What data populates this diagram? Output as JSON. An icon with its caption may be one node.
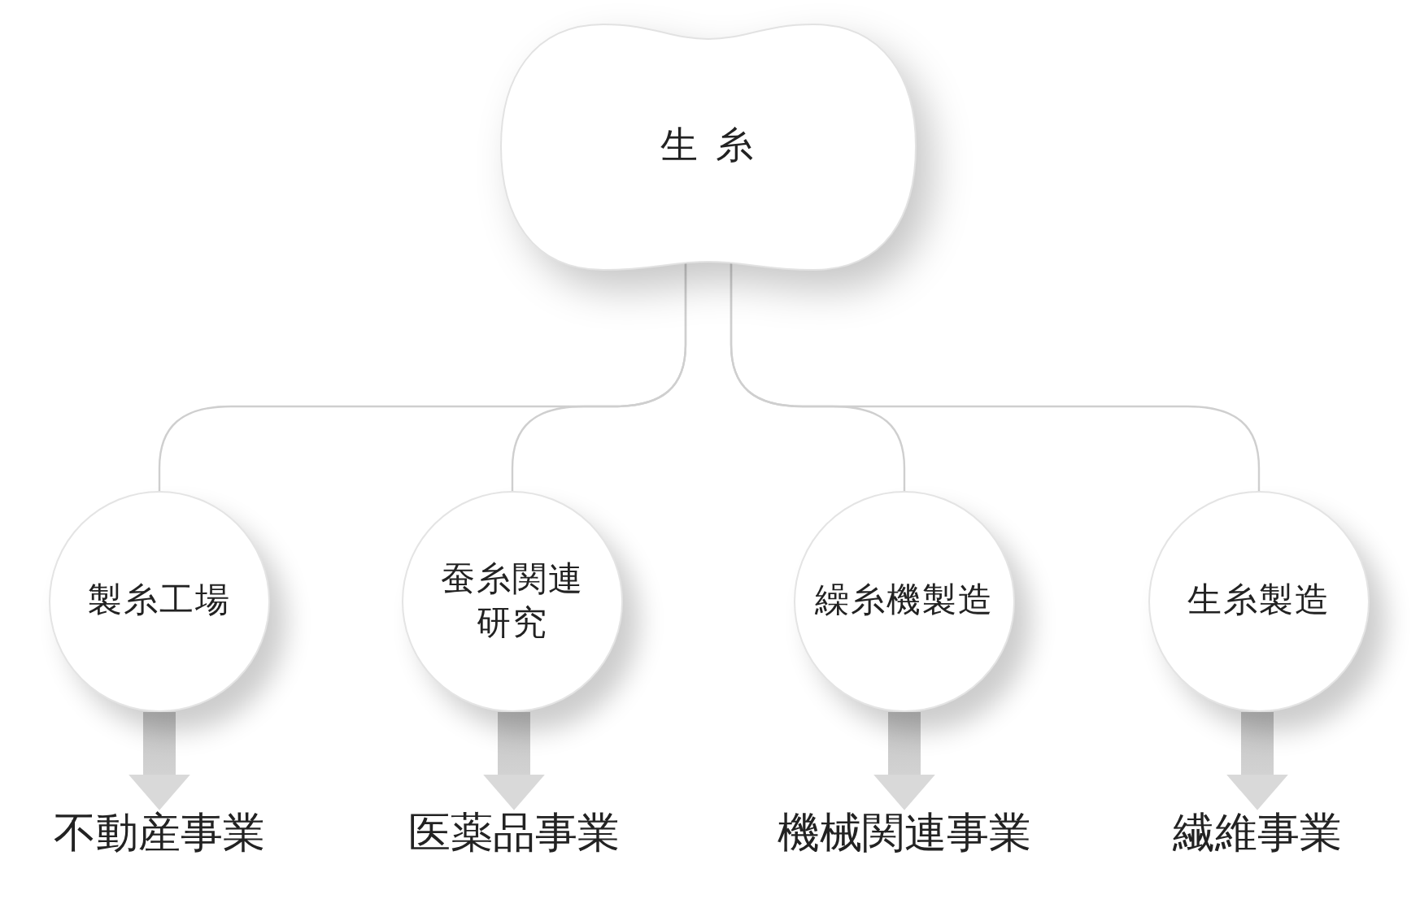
{
  "diagram": {
    "nodes": [
      {
        "text": [
          "生 糸"
        ]
      },
      {
        "text": [
          "製糸工場"
        ]
      },
      {
        "text": [
          "蚕糸関連研究"
        ]
      },
      {
        "text": [
          "繰糸機製造"
        ]
      },
      {
        "text": [
          "生糸製造"
        ]
      },
      {
        "text": [
          "不動産事業"
        ]
      },
      {
        "text": [
          "医薬品事業"
        ]
      },
      {
        "text": [
          "機械関連事業"
        ]
      },
      {
        "text": [
          "繊維事業"
        ]
      }
    ],
    "edges": [
      {
        "from": 0,
        "to": 1,
        "arrow": "none"
      },
      {
        "from": 0,
        "to": 2,
        "arrow": "none"
      },
      {
        "from": 0,
        "to": 3,
        "arrow": "none"
      },
      {
        "from": 0,
        "to": 4,
        "arrow": "none"
      },
      {
        "from": 1,
        "to": 5,
        "arrow": "to",
        "style": "thick"
      },
      {
        "from": 2,
        "to": 6,
        "arrow": "to",
        "style": "thick"
      },
      {
        "from": 3,
        "to": 7,
        "arrow": "to",
        "style": "thick"
      },
      {
        "from": 4,
        "to": 8,
        "arrow": "to",
        "style": "thick"
      }
    ]
  }
}
